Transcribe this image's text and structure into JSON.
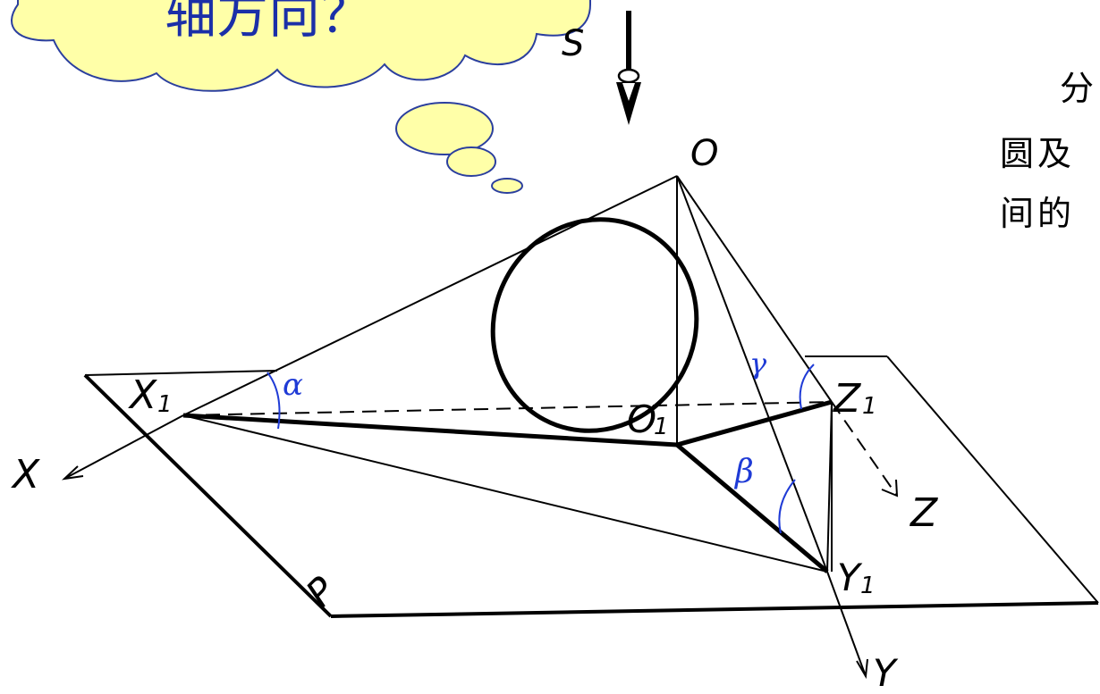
{
  "thought_cloud": {
    "text": "轴方向？"
  },
  "labels": {
    "s": "S",
    "o": "O",
    "x1": "X",
    "x1_sub": "1",
    "o1": "O",
    "o1_sub": "1",
    "z1": "Z",
    "z1_sub": "1",
    "y1": "Y",
    "y1_sub": "1",
    "x_axis": "X",
    "y_axis": "Y",
    "z_axis": "Z",
    "plane": "P",
    "alpha": "α",
    "beta": "β",
    "gamma": "γ"
  },
  "side_text": {
    "line_1": "分",
    "line_2": "圆及",
    "line_3": "间的"
  },
  "colors": {
    "cloud_fill": "#ffffa8",
    "cloud_stroke": "#2b3f9e",
    "angle_blue": "#1f3bd6",
    "ink": "#000000"
  }
}
